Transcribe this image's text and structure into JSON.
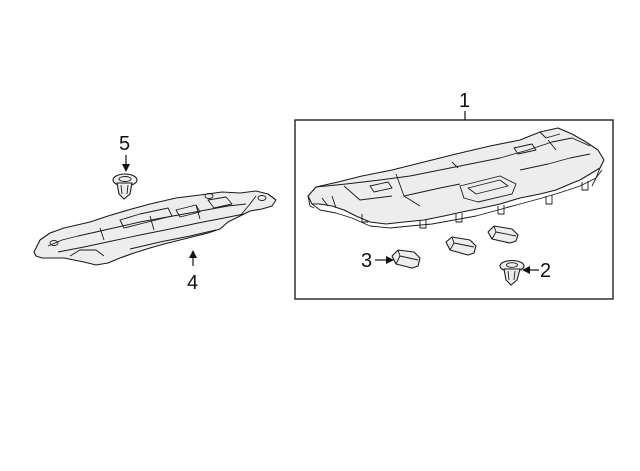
{
  "callouts": {
    "c1": "1",
    "c2": "2",
    "c3": "3",
    "c4": "4",
    "c5": "5"
  },
  "colors": {
    "line": "#1a1a1a",
    "fill": "#ededed",
    "background": "#ffffff"
  }
}
